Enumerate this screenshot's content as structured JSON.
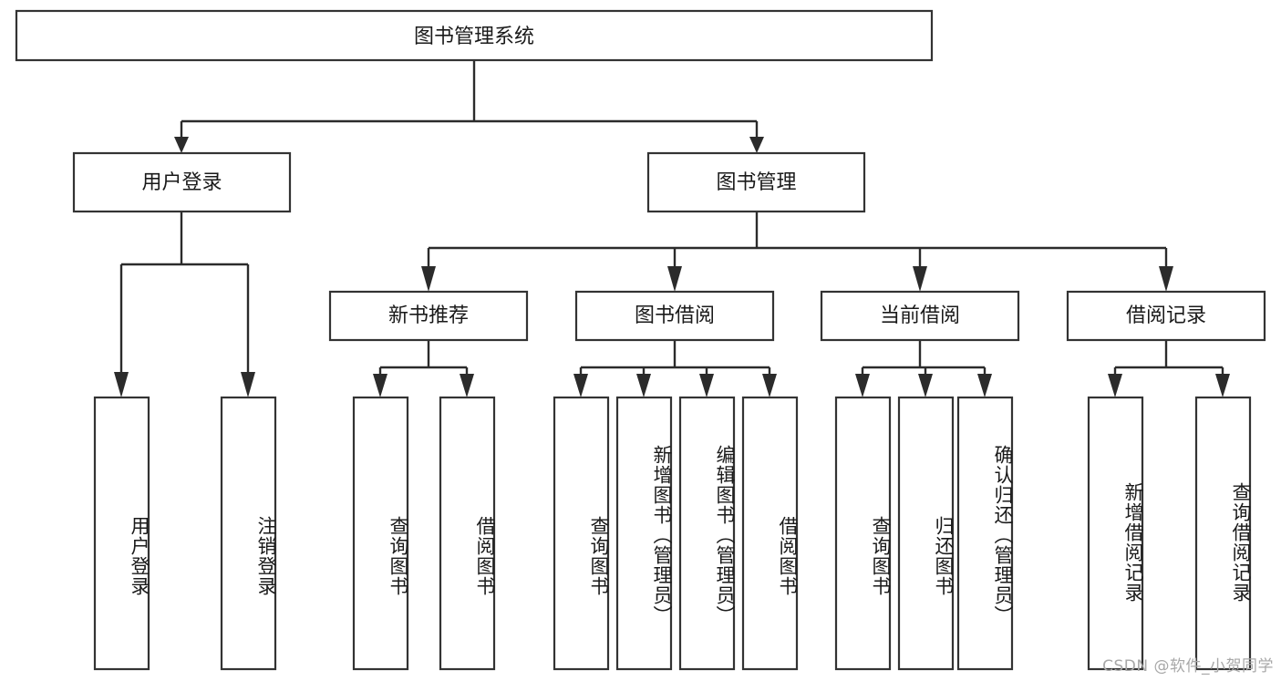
{
  "diagram": {
    "type": "tree-hierarchy",
    "title": "图书管理系统",
    "root": {
      "label": "图书管理系统"
    },
    "level2": [
      {
        "label": "用户登录"
      },
      {
        "label": "图书管理"
      }
    ],
    "level3": [
      {
        "label": "新书推荐"
      },
      {
        "label": "图书借阅"
      },
      {
        "label": "当前借阅"
      },
      {
        "label": "借阅记录"
      }
    ],
    "leaves": {
      "user_login": [
        {
          "label": "用户登录"
        },
        {
          "label": "注销登录"
        }
      ],
      "new_book_recommend": [
        {
          "label": "查询图书"
        },
        {
          "label": "借阅图书"
        }
      ],
      "book_borrow": [
        {
          "label": "查询图书"
        },
        {
          "label": "新增图书（管理员）"
        },
        {
          "label": "编辑图书（管理员）"
        },
        {
          "label": "借阅图书"
        }
      ],
      "current_borrow": [
        {
          "label": "查询图书"
        },
        {
          "label": "归还图书"
        },
        {
          "label": "确认归还（管理员）"
        }
      ],
      "borrow_record": [
        {
          "label": "新增借阅记录"
        },
        {
          "label": "查询借阅记录"
        }
      ]
    }
  },
  "watermark": {
    "text": "CSDN @软件_小贺同学"
  },
  "colors": {
    "box_stroke": "#333333",
    "box_fill": "#ffffff",
    "line": "#2b2b2b",
    "text": "#1a1a1a",
    "watermark": "#a8a8a8"
  }
}
